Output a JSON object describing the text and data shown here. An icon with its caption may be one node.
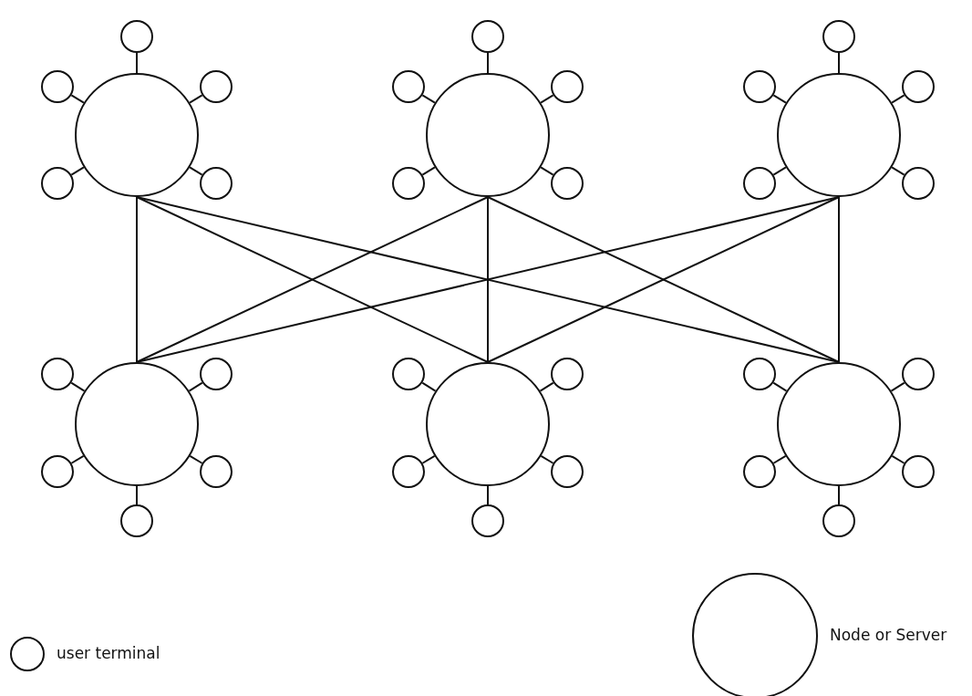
{
  "diagram": {
    "nodes": [
      {
        "text": [],
        "shape": "circle"
      },
      {
        "text": [],
        "shape": "circle"
      },
      {
        "text": [],
        "shape": "circle"
      },
      {
        "text": [],
        "shape": "circle"
      },
      {
        "text": [],
        "shape": "circle"
      },
      {
        "text": [],
        "shape": "circle"
      },
      {
        "text": [],
        "shape": "circle"
      },
      {
        "text": [],
        "shape": "circle"
      },
      {
        "text": [],
        "shape": "circle"
      },
      {
        "text": [],
        "shape": "circle"
      },
      {
        "text": [],
        "shape": "circle"
      },
      {
        "text": [],
        "shape": "circle"
      },
      {
        "text": [],
        "shape": "circle"
      },
      {
        "text": [],
        "shape": "circle"
      },
      {
        "text": [],
        "shape": "circle"
      },
      {
        "text": [],
        "shape": "circle"
      },
      {
        "text": [],
        "shape": "circle"
      },
      {
        "text": [],
        "shape": "circle"
      },
      {
        "text": [],
        "shape": "circle"
      },
      {
        "text": [],
        "shape": "circle"
      },
      {
        "text": [],
        "shape": "circle"
      },
      {
        "text": [],
        "shape": "circle"
      },
      {
        "text": [],
        "shape": "circle"
      },
      {
        "text": [],
        "shape": "circle"
      },
      {
        "text": [],
        "shape": "circle"
      },
      {
        "text": [],
        "shape": "circle"
      },
      {
        "text": [],
        "shape": "circle"
      },
      {
        "text": [],
        "shape": "circle"
      },
      {
        "text": [],
        "shape": "circle"
      },
      {
        "text": [],
        "shape": "circle"
      },
      {
        "text": [],
        "shape": "circle"
      },
      {
        "text": [],
        "shape": "circle"
      },
      {
        "text": [],
        "shape": "circle"
      },
      {
        "text": [],
        "shape": "circle"
      },
      {
        "text": [],
        "shape": "circle"
      },
      {
        "text": [],
        "shape": "circle"
      }
    ],
    "edges": [
      {
        "from": 0,
        "to": 3,
        "arrow": "none"
      },
      {
        "from": 0,
        "to": 4,
        "arrow": "none"
      },
      {
        "from": 0,
        "to": 5,
        "arrow": "none"
      },
      {
        "from": 1,
        "to": 3,
        "arrow": "none"
      },
      {
        "from": 1,
        "to": 4,
        "arrow": "none"
      },
      {
        "from": 1,
        "to": 5,
        "arrow": "none"
      },
      {
        "from": 2,
        "to": 3,
        "arrow": "none"
      },
      {
        "from": 2,
        "to": 4,
        "arrow": "none"
      },
      {
        "from": 2,
        "to": 5,
        "arrow": "none"
      },
      {
        "from": 0,
        "to": 6,
        "arrow": "none"
      },
      {
        "from": 0,
        "to": 7,
        "arrow": "none"
      },
      {
        "from": 0,
        "to": 8,
        "arrow": "none"
      },
      {
        "from": 0,
        "to": 9,
        "arrow": "none"
      },
      {
        "from": 0,
        "to": 10,
        "arrow": "none"
      },
      {
        "from": 1,
        "to": 11,
        "arrow": "none"
      },
      {
        "from": 1,
        "to": 12,
        "arrow": "none"
      },
      {
        "from": 1,
        "to": 13,
        "arrow": "none"
      },
      {
        "from": 1,
        "to": 14,
        "arrow": "none"
      },
      {
        "from": 1,
        "to": 15,
        "arrow": "none"
      },
      {
        "from": 2,
        "to": 16,
        "arrow": "none"
      },
      {
        "from": 2,
        "to": 17,
        "arrow": "none"
      },
      {
        "from": 2,
        "to": 18,
        "arrow": "none"
      },
      {
        "from": 2,
        "to": 19,
        "arrow": "none"
      },
      {
        "from": 2,
        "to": 20,
        "arrow": "none"
      },
      {
        "from": 3,
        "to": 21,
        "arrow": "none"
      },
      {
        "from": 3,
        "to": 22,
        "arrow": "none"
      },
      {
        "from": 3,
        "to": 23,
        "arrow": "none"
      },
      {
        "from": 3,
        "to": 24,
        "arrow": "none"
      },
      {
        "from": 3,
        "to": 25,
        "arrow": "none"
      },
      {
        "from": 4,
        "to": 26,
        "arrow": "none"
      },
      {
        "from": 4,
        "to": 27,
        "arrow": "none"
      },
      {
        "from": 4,
        "to": 28,
        "arrow": "none"
      },
      {
        "from": 4,
        "to": 29,
        "arrow": "none"
      },
      {
        "from": 4,
        "to": 30,
        "arrow": "none"
      },
      {
        "from": 5,
        "to": 31,
        "arrow": "none"
      },
      {
        "from": 5,
        "to": 32,
        "arrow": "none"
      },
      {
        "from": 5,
        "to": 33,
        "arrow": "none"
      },
      {
        "from": 5,
        "to": 34,
        "arrow": "none"
      },
      {
        "from": 5,
        "to": 35,
        "arrow": "none"
      }
    ],
    "legend": [
      {
        "text": "user terminal"
      },
      {
        "text": "Node or Server"
      }
    ]
  }
}
